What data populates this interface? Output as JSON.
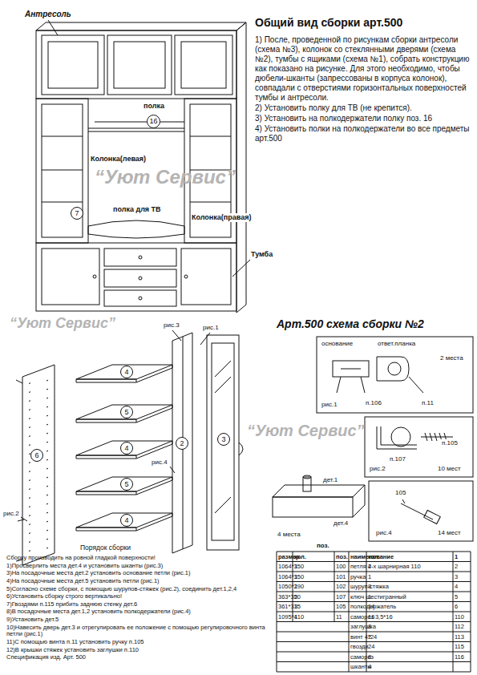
{
  "diagram": {
    "title": "Общий вид сборки арт.500",
    "nodes": [
      {
        "text": [
          "16"
        ]
      },
      {
        "text": [
          "7"
        ]
      },
      {
        "text": [
          "4"
        ]
      },
      {
        "text": [
          "5"
        ]
      },
      {
        "text": [
          "4"
        ]
      },
      {
        "text": [
          "5"
        ]
      },
      {
        "text": [
          "4"
        ]
      },
      {
        "text": [
          "6"
        ]
      },
      {
        "text": [
          "2"
        ]
      },
      {
        "text": [
          "3"
        ]
      }
    ],
    "labels": [
      "Антресоль",
      "полка",
      "Колонка(левая)",
      "полка для ТВ",
      "Колонка(правая)",
      "Тумба",
      "1) После, проведенной по рисункам сборки антресоли (схема №3), колонок со стеклянными дверями (схема №2), тумбы с ящиками (схема №1), собрать конструкцию как показано на рисунке. Для этого необходимо, чтобы дюбели-шканты (запрессованы в корпуса колонок), совпадали с отверстиями горизонтальных поверхностей тумбы и антресоли.",
      "2) Установить полку для ТВ (не крепится).",
      "3) Установить на полкодержатели полку поз. 16",
      "4) Установить полки на полкодержатели во все предметы арт.500",
      "“Уют Сервис”",
      "“Уют Сервис”",
      "“Уют Сервис”",
      "Арт.500 схема сборки №2",
      "рис.3",
      "рис.1",
      "рис.2",
      "рис.4",
      "Порядок сборки",
      "основание",
      "ответ.планка",
      "2 места",
      "рис.1",
      "п.106",
      "п.11",
      "п.105",
      "п.107",
      "рис.2",
      "10 мест",
      "дет.1",
      "дет.4",
      "4 места",
      "105",
      "рис.4",
      "14 мест",
      "Сборку производить на ровной гладкой поверхности!",
      "1)Просверлить места дет.4 и установить шканты (рис.3)",
      "3)На посадочные места дет.2 установить основание петли (рис.1)",
      "4)На посадочные места дет.5 установить петли (рис.1)",
      "5)Согласно схеме сборки, с помощью шурупов-стяжек (рис.2), соединить дет.1,2,4",
      "6)Установить сборку строго вертикально!",
      "7)Гвоздями п.115 прибить заднюю стенку дет.6",
      "8)В посадочные места дет.1,2 установить полкодержатели (рис.4)",
      "9)Установить дет.5",
      "10)Навесить дверь дет.3 и отрегулировать ее положение с помощью регулировочного винта петли (рис.1)",
      "11)С помощью винта п.11 установить ручку п.105",
      "12)В крышки стяжек установить заглушки п.110",
      "Спецификация изд. Арт. 500",
      "поз.",
      "размер",
      "кол.",
      "поз.",
      "наименование",
      "кол.",
      "1",
      "1064*350",
      "1",
      "100",
      "петля 4-х шарнирная 110",
      "2",
      "2",
      "1064*350",
      "1",
      "101",
      "ручка",
      "1",
      "3",
      "1050*290",
      "1",
      "102",
      "шуруп-стяжка",
      "8",
      "4",
      "363*350",
      "2",
      "107",
      "ключ шестигранный",
      "1",
      "5",
      "361*315",
      "3",
      "105",
      "полкодержатель",
      "14",
      "6",
      "1095*410",
      "1",
      "11",
      "саморез 3,5*16",
      "16",
      "110",
      "заглушка",
      "8",
      "112",
      "винт 4*24",
      "2",
      "113",
      "гвозди",
      "24",
      "115",
      "саморез",
      "8",
      "116",
      "шканты",
      "4"
    ]
  }
}
